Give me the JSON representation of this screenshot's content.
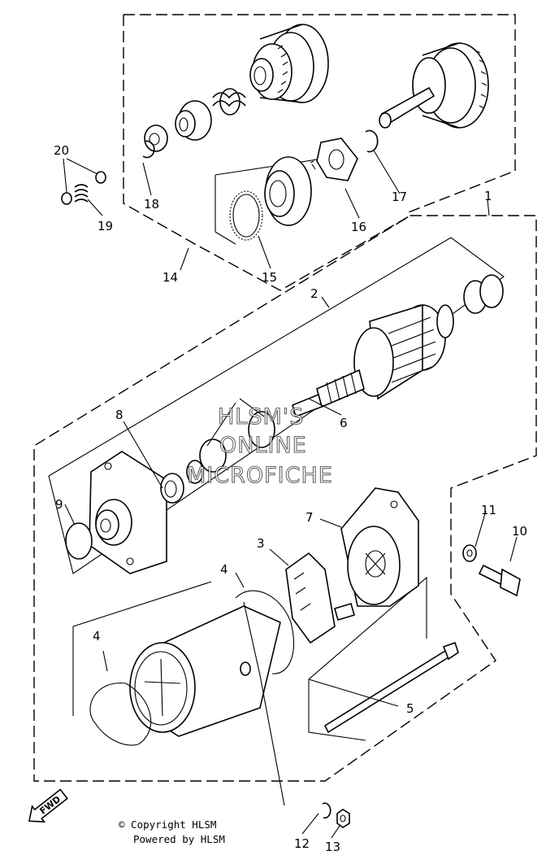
{
  "watermark": {
    "line1": "HLSM'S",
    "line2": "ONLINE",
    "line3": "MICROFICHE"
  },
  "footer": {
    "copyright": "© Copyright HLSM",
    "powered": "Powered by HLSM"
  },
  "forward_label": "FWD",
  "callouts": {
    "c1": "1",
    "c2": "2",
    "c3": "3",
    "c4a": "4",
    "c4b": "4",
    "c5": "5",
    "c6": "6",
    "c7": "7",
    "c8": "8",
    "c9": "9",
    "c10": "10",
    "c11": "11",
    "c12": "12",
    "c13": "13",
    "c14": "14",
    "c15": "15",
    "c16": "16",
    "c17": "17",
    "c18": "18",
    "c19": "19",
    "c20": "20"
  }
}
